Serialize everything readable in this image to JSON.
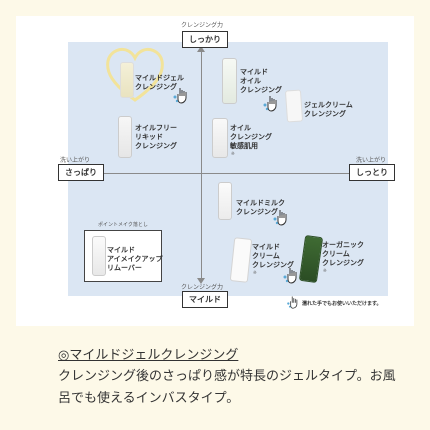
{
  "axes": {
    "top_caption": "クレンジング力",
    "top_label": "しっかり",
    "bottom_caption": "クレンジング力",
    "bottom_label": "マイルド",
    "left_caption": "洗い上がり",
    "left_label": "さっぱり",
    "right_caption": "洗い上がり",
    "right_label": "しっとり"
  },
  "products": [
    {
      "label": "マイルドジェル\nクレンジング"
    },
    {
      "label": "オイルフリー\nリキッド\nクレンジング"
    },
    {
      "label": "マイルド\nオイル\nクレンジング"
    },
    {
      "label": "ジェルクリーム\nクレンジング"
    },
    {
      "label": "オイル\nクレンジング\n敏感肌用",
      "note": "※"
    },
    {
      "label": "マイルドミルク\nクレンジング"
    },
    {
      "label": "マイルド\nアイメイクアップ\nリムーバー",
      "tag": "ポイントメイク落とし"
    },
    {
      "label": "マイルド\nクリーム\nクレンジング",
      "note": "※"
    },
    {
      "label": "オーガニック\nクリーム\nクレンジング",
      "note": "※"
    }
  ],
  "footer_note": "濡れた手でもお使いいただけます。",
  "colors": {
    "background": "#fdf9e8",
    "plot": "#dbe6f3",
    "heart": "#f5e9a8",
    "hand": "#5aa9d6"
  },
  "section": {
    "title": "◎マイルドジェルクレンジング",
    "description": "クレンジング後のさっぱり感が特長のジェルタイプ。お風呂でも使えるインバスタイプ。"
  }
}
